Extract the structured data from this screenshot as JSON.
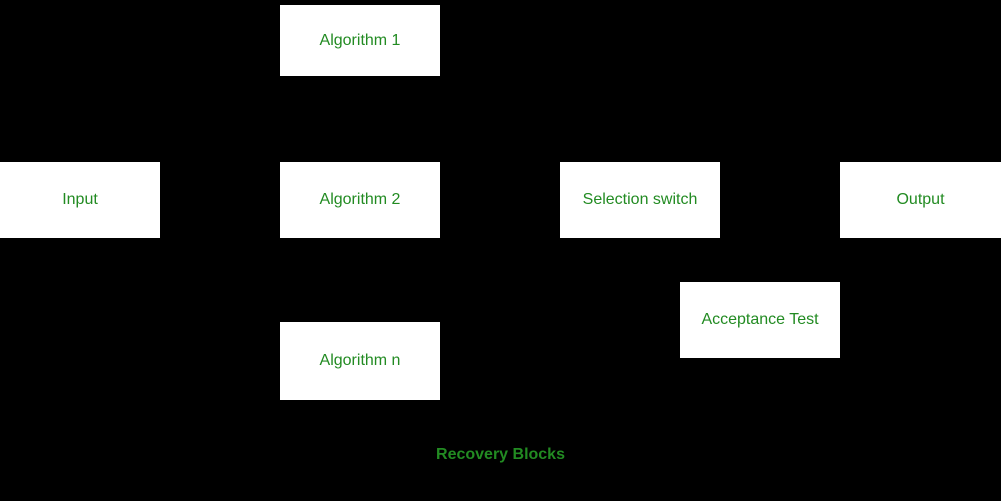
{
  "diagram": {
    "caption": "Recovery Blocks",
    "colors": {
      "background": "#000000",
      "box_fill": "#ffffff",
      "text": "#228B22"
    },
    "nodes": [
      {
        "id": "algorithm-1",
        "label": "Algorithm 1"
      },
      {
        "id": "input",
        "label": "Input"
      },
      {
        "id": "algorithm-2",
        "label": "Algorithm 2"
      },
      {
        "id": "selection-switch",
        "label": "Selection switch"
      },
      {
        "id": "output",
        "label": "Output"
      },
      {
        "id": "acceptance-test",
        "label": "Acceptance Test"
      },
      {
        "id": "algorithm-n",
        "label": "Algorithm n"
      }
    ]
  }
}
